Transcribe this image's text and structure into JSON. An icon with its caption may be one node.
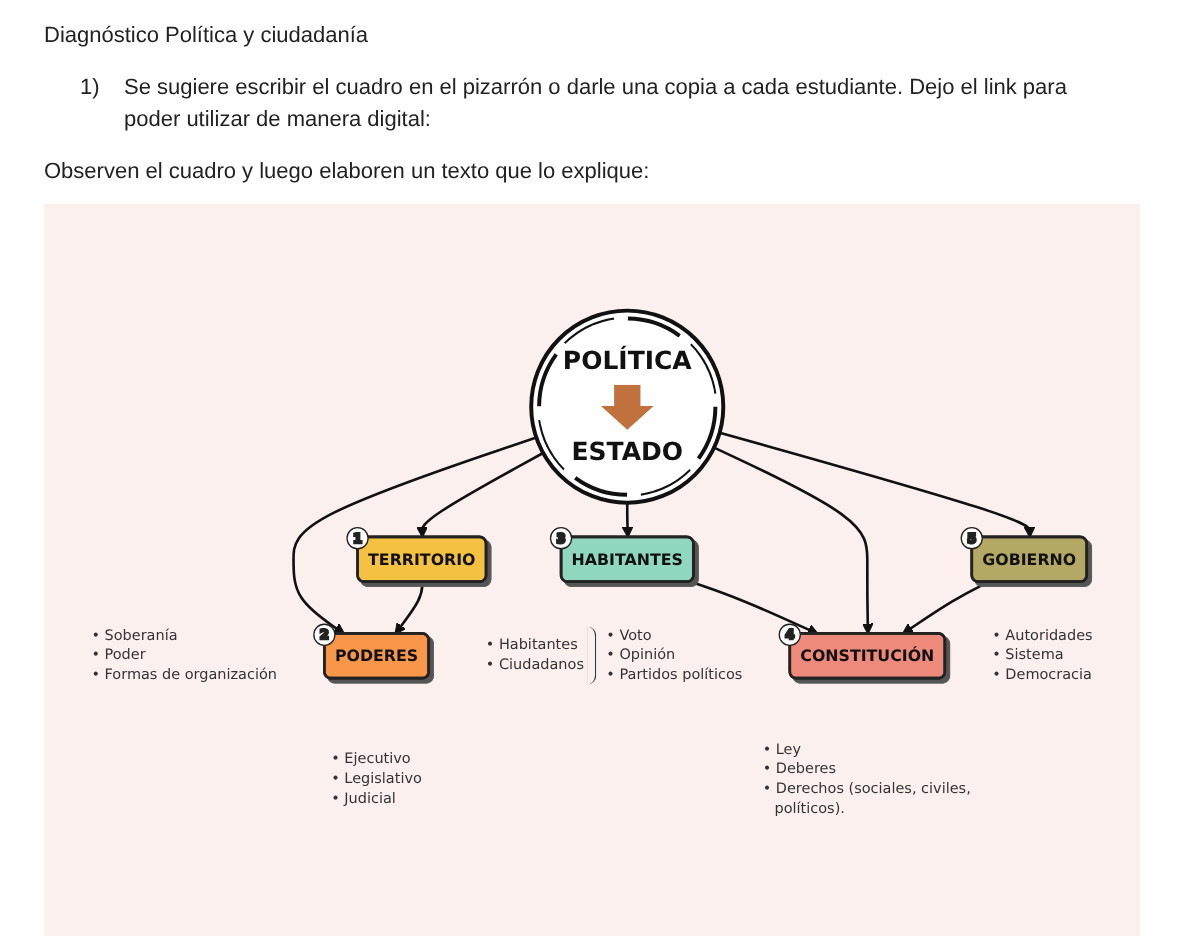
{
  "diagram": {
    "title": "Diagnóstico Política y ciudadanía",
    "nodes": [
      {
        "text": [
          "POLÍTICA",
          "ESTADO"
        ]
      },
      {
        "text": [
          "TERRITORIO"
        ],
        "beside": [
          "1",
          "• Soberanía",
          "• Poder",
          "• Formas de organización"
        ]
      },
      {
        "text": [
          "PODERES"
        ],
        "beside": [
          "2",
          "• Ejecutivo",
          "• Legislativo",
          "• Judicial"
        ]
      },
      {
        "text": [
          "HABITANTES"
        ],
        "beside": [
          "3",
          "• Habitantes",
          "• Ciudadanos",
          "• Voto",
          "• Opinión",
          "• Partidos políticos"
        ]
      },
      {
        "text": [
          "CONSTITUCIÓN"
        ],
        "beside": [
          "4",
          "• Ley",
          "• Deberes",
          "• Derechos (sociales, civiles, políticos)."
        ]
      },
      {
        "text": [
          "GOBIERNO"
        ],
        "beside": [
          "5",
          "• Autoridades",
          "• Sistema",
          "• Democracia"
        ]
      }
    ],
    "edges": [
      {
        "from": 0,
        "to": 1,
        "arrow": "to"
      },
      {
        "from": 1,
        "to": 2,
        "arrow": "to"
      },
      {
        "from": 0,
        "to": 2,
        "arrow": "to"
      },
      {
        "from": 0,
        "to": 3,
        "arrow": "to"
      },
      {
        "from": 0,
        "to": 5,
        "arrow": "to"
      },
      {
        "from": 5,
        "to": 4,
        "arrow": "to"
      },
      {
        "from": 0,
        "to": 4,
        "arrow": "to"
      },
      {
        "from": 3,
        "to": 4,
        "arrow": "to"
      }
    ],
    "labels": [
      "1)",
      "Se sugiere escribir el cuadro en el pizarrón o darle una copia a cada estudiante. Dejo el link para poder utilizar de manera digital:",
      "Observen el cuadro y luego elaboren un texto que lo explique:"
    ]
  }
}
